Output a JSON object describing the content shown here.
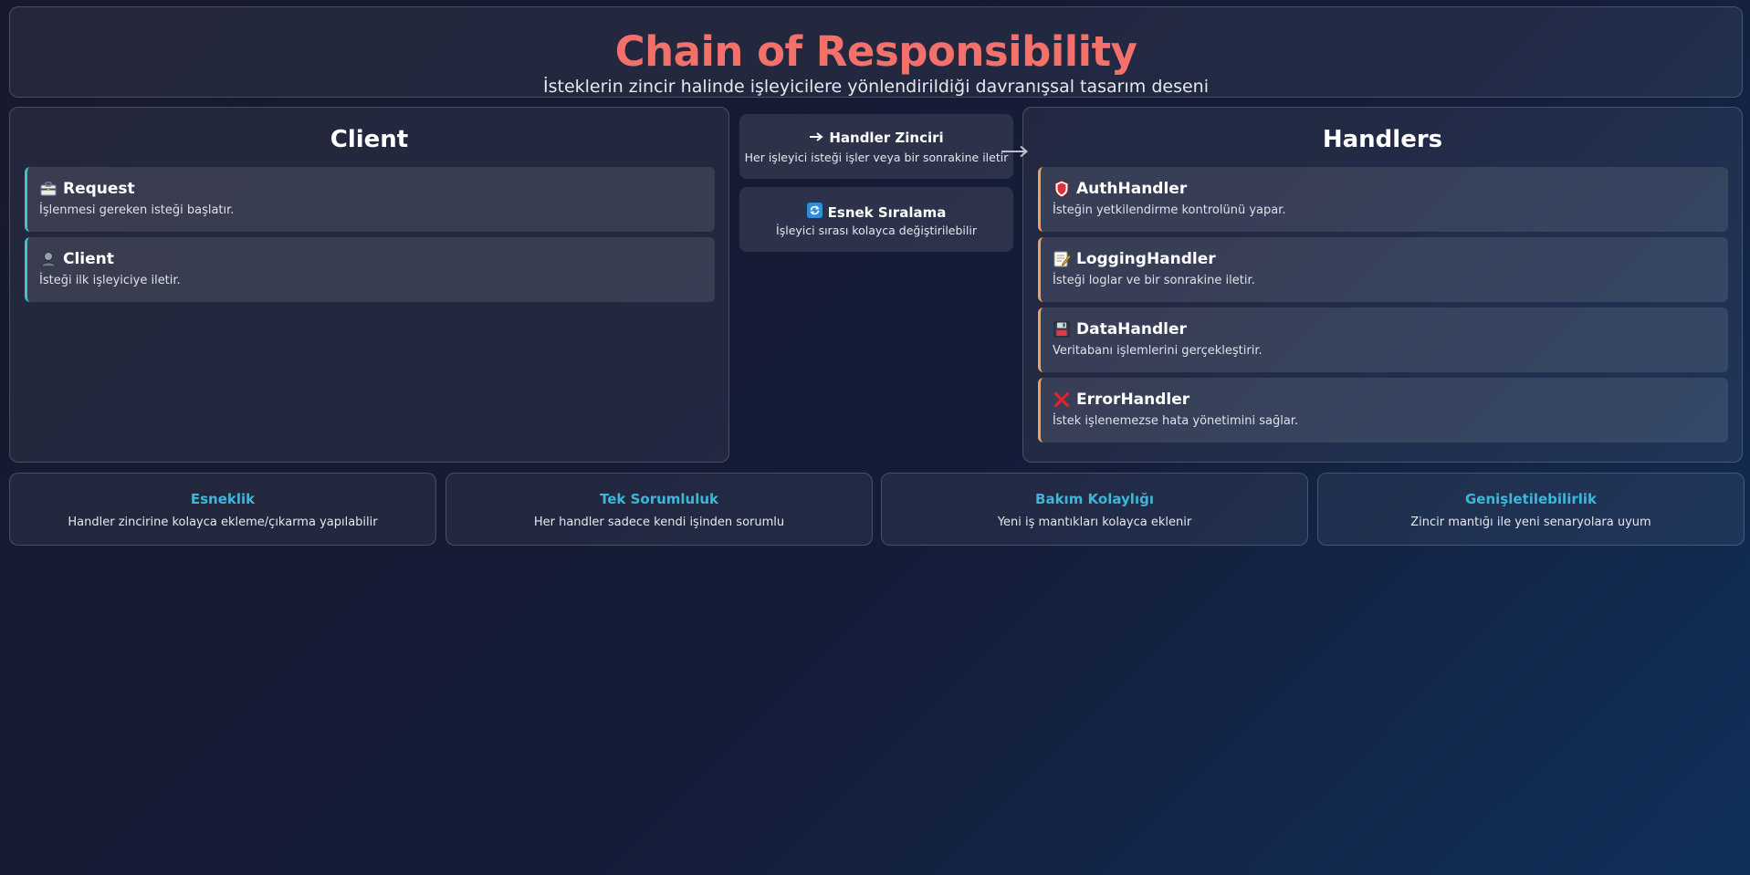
{
  "header": {
    "title": "Chain of Responsibility",
    "subtitle": "İsteklerin zincir halinde işleyicilere yönlendirildiği davranışsal tasarım deseni"
  },
  "client": {
    "title": "Client",
    "items": [
      {
        "icon": "briefcase-icon",
        "title": "Request",
        "desc": "İşlenmesi gereken isteği başlatır."
      },
      {
        "icon": "person-icon",
        "title": "Client",
        "desc": "İsteği ilk işleyiciye iletir."
      }
    ]
  },
  "middle": {
    "chain": {
      "icon": "arrow-right-icon",
      "title": "Handler Zinciri",
      "desc": "Her işleyici isteği işler veya bir sonrakine iletir"
    },
    "order": {
      "icon": "cycle-icon",
      "title": "Esnek Sıralama",
      "desc": "İşleyici sırası kolayca değiştirilebilir"
    }
  },
  "handlers": {
    "title": "Handlers",
    "items": [
      {
        "icon": "shield-icon",
        "title": "AuthHandler",
        "desc": "İsteğin yetkilendirme kontrolünü yapar."
      },
      {
        "icon": "memo-icon",
        "title": "LoggingHandler",
        "desc": "İsteği loglar ve bir sonrakine iletir."
      },
      {
        "icon": "floppy-disk-icon",
        "title": "DataHandler",
        "desc": "Veritabanı işlemlerini gerçekleştirir."
      },
      {
        "icon": "cross-mark-icon",
        "title": "ErrorHandler",
        "desc": "İstek işlenemezse hata yönetimini sağlar."
      }
    ]
  },
  "features": [
    {
      "title": "Esneklik",
      "desc": "Handler zincirine kolayca ekleme/çıkarma yapılabilir"
    },
    {
      "title": "Tek Sorumluluk",
      "desc": "Her handler sadece kendi işinden sorumlu"
    },
    {
      "title": "Bakım Kolaylığı",
      "desc": "Yeni iş mantıkları kolayca eklenir"
    },
    {
      "title": "Genişletilebilirlik",
      "desc": "Zincir mantığı ile yeni senaryolara uyum"
    }
  ],
  "colors": {
    "title": "#f4706a",
    "feature_title": "#3fb6d8",
    "client_accent": "#3cc6c0",
    "handler_accent": "#f0a05a"
  }
}
